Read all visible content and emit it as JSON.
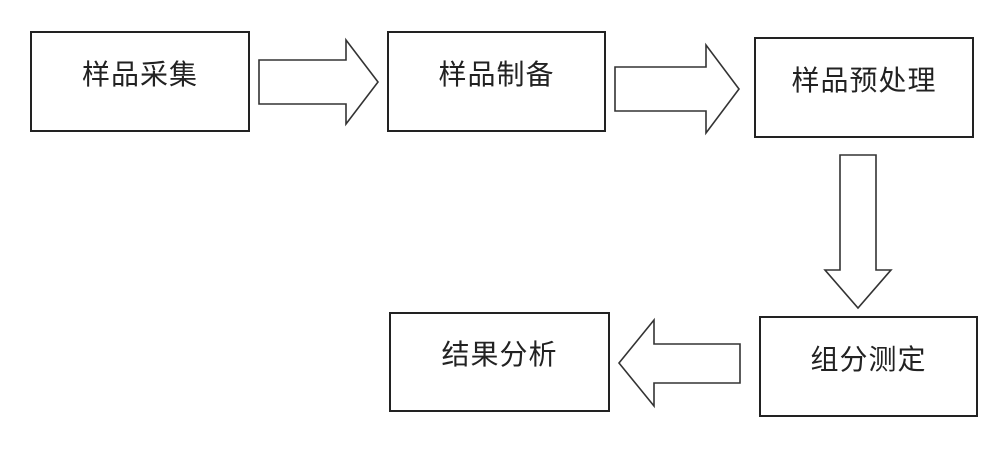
{
  "diagram": {
    "steps": [
      {
        "id": "step1",
        "label": "样品采集"
      },
      {
        "id": "step2",
        "label": "样品制备"
      },
      {
        "id": "step3",
        "label": "样品预处理"
      },
      {
        "id": "step4",
        "label": "组分测定"
      },
      {
        "id": "step5",
        "label": "结果分析"
      }
    ],
    "edges": [
      {
        "from": "step1",
        "to": "step2",
        "direction": "right"
      },
      {
        "from": "step2",
        "to": "step3",
        "direction": "right"
      },
      {
        "from": "step3",
        "to": "step4",
        "direction": "down"
      },
      {
        "from": "step4",
        "to": "step5",
        "direction": "left"
      }
    ],
    "colors": {
      "border": "#222222",
      "arrow_stroke": "#333333",
      "text": "#222222",
      "background": "#ffffff"
    }
  }
}
